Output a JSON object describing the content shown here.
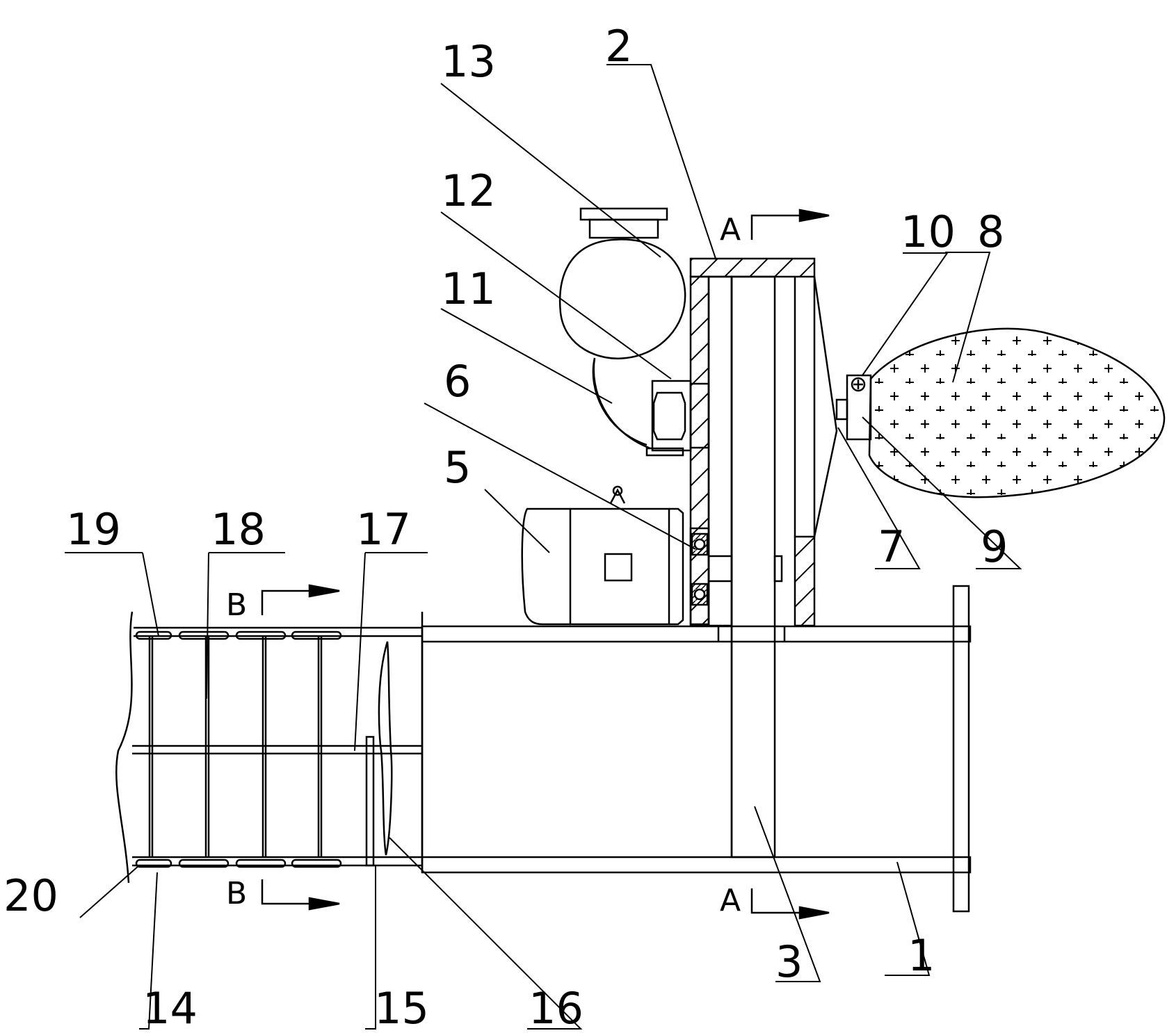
{
  "callout_numbers": {
    "n1": "1",
    "n2": "2",
    "n3": "3",
    "n5": "5",
    "n6": "6",
    "n7": "7",
    "n8": "8",
    "n9": "9",
    "n10": "10",
    "n11": "11",
    "n12": "12",
    "n13": "13",
    "n14": "14",
    "n15": "15",
    "n16": "16",
    "n17": "17",
    "n18": "18",
    "n19": "19",
    "n20": "20"
  },
  "section_marks": {
    "a_top": "A",
    "a_bottom": "A",
    "b_top": "B",
    "b_bottom": "B"
  },
  "line_color": "#000000"
}
